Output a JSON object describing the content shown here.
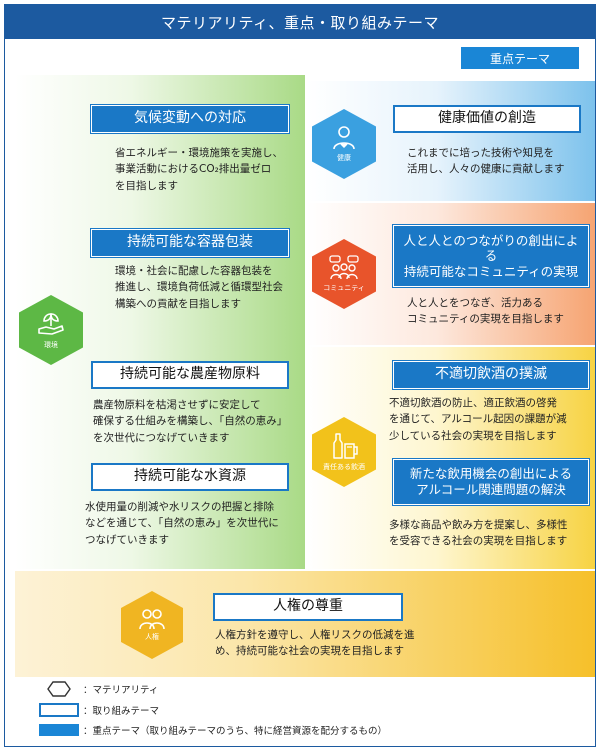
{
  "title": "マテリアリティ、重点・取り組みテーマ",
  "juten_tab": "重点テーマ",
  "colors": {
    "primary_blue": "#1c5aa0",
    "accent_blue": "#1a78c6",
    "env_green": "#5db845",
    "health_blue": "#3aa0e0",
    "community_red": "#e8542b",
    "responsible_yellow": "#f2c21b",
    "human_gold": "#f0b522"
  },
  "materiality": {
    "environment": {
      "label": "環境",
      "icon": "plant-hand-icon"
    },
    "health": {
      "label": "健康",
      "icon": "person-heart-icon"
    },
    "community": {
      "label": "コミュニティ",
      "icon": "people-speech-icon"
    },
    "responsible_drinking": {
      "label": "責任ある飲酒",
      "icon": "bottle-glass-icon"
    },
    "human_rights": {
      "label": "人権",
      "icon": "two-people-icon"
    }
  },
  "themes": {
    "climate": {
      "title": "気候変動への対応",
      "desc": [
        "省エネルギー・環境施策を実施し、",
        "事業活動におけるCO₂排出量ゼロ",
        "を目指します"
      ]
    },
    "packaging": {
      "title": "持続可能な容器包装",
      "desc": [
        "環境・社会に配慮した容器包装を",
        "推進し、環境負荷低減と循環型社会",
        "構築への貢献を目指します"
      ]
    },
    "agri": {
      "title": "持続可能な農産物原料",
      "desc": [
        "農産物原料を枯渇させずに安定して",
        "確保する仕組みを構築し、「自然の恵み」",
        "を次世代につなげていきます"
      ]
    },
    "water": {
      "title": "持続可能な水資源",
      "desc": [
        "水使用量の削減や水リスクの把握と排除",
        "などを通じて、「自然の恵み」を次世代に",
        "つなげていきます"
      ]
    },
    "health_value": {
      "title": "健康価値の創造",
      "desc": [
        "これまでに培った技術や知見を",
        "活用し、人々の健康に貢献します"
      ]
    },
    "connection": {
      "title_lines": [
        "人と人とのつながりの創出によ",
        "る",
        "持続可能なコミュニティの実現"
      ],
      "desc": [
        "人と人とをつなぎ、活力ある",
        "コミュニティの実現を目指します"
      ]
    },
    "inappropriate": {
      "title": "不適切飲酒の撲滅",
      "desc": [
        "不適切飲酒の防止、適正飲酒の啓発",
        "を通じて、アルコール起因の課題が減",
        "少している社会の実現を目指します"
      ]
    },
    "new_opportunity": {
      "title_lines": [
        "新たな飲用機会の創出による",
        "アルコール関連問題の解決"
      ],
      "desc": [
        "多様な商品や飲み方を提案し、多様性",
        "を受容できる社会の実現を目指します"
      ]
    },
    "human_respect": {
      "title": "人権の尊重",
      "desc": [
        "人権方針を遵守し、人権リスクの低減を進",
        "め、持続可能な社会の実現を目指します"
      ]
    }
  },
  "legend": [
    {
      "symbol": "hexagon-outline",
      "label": "：マテリアリティ"
    },
    {
      "symbol": "outlined-box",
      "label": "：取り組みテーマ"
    },
    {
      "symbol": "filled-box",
      "label": "：重点テーマ（取り組みテーマのうち、特に経営資源を配分するもの）"
    }
  ]
}
